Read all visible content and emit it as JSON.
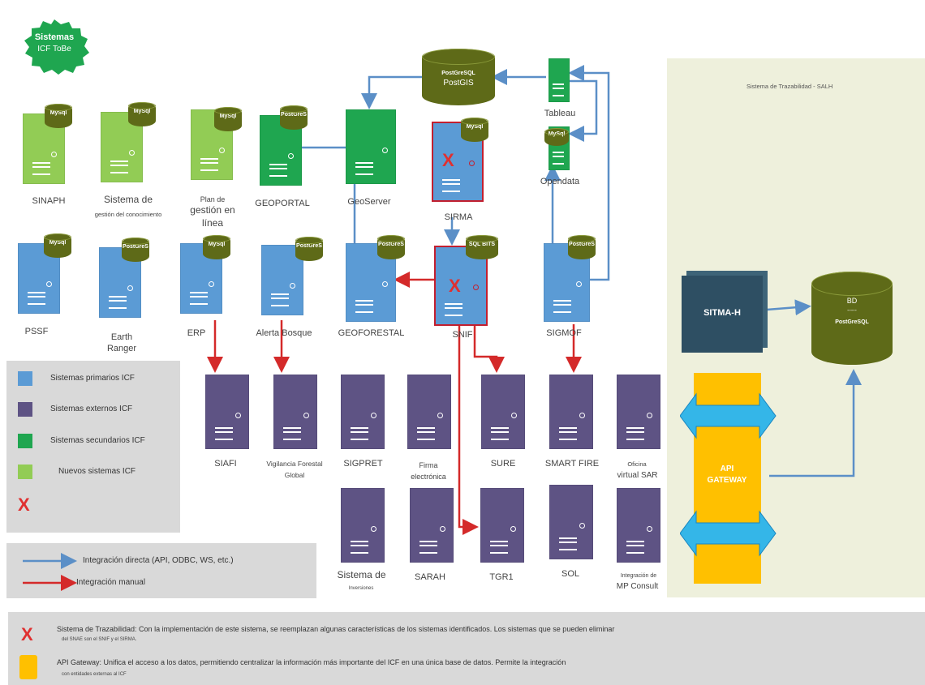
{
  "badge": {
    "line1": "Sistemas",
    "line2": "ICF ToBe"
  },
  "db_central": {
    "line1": "PostGreSQL",
    "line2": "PostGIS"
  },
  "panel": {
    "title": "Sistema de Trazabilidad - SALH",
    "sitma": "SITMA-H",
    "bd_line1": "BD",
    "bd_line2": "-----",
    "bd_line3": "PostGreSQL",
    "api": "API GATEWAY"
  },
  "db_tags": {
    "mysql": "MySql",
    "postgres": "PostGreS",
    "sqlbits": "SQL BITS"
  },
  "servers": {
    "sinaph": "SINAPH",
    "sgc_1": "Sistema de",
    "sgc_2": "gestión del conocimiento",
    "plan_1": "Plan de",
    "plan_2": "gestión en",
    "plan_3": "línea",
    "geoportal": "GEOPORTAL",
    "geoserver": "GeoServer",
    "sirma": "SIRMA",
    "tableau": "Tableau",
    "opendata": "Opendata",
    "pssf": "PSSF",
    "earth_1": "Earth",
    "earth_2": "Ranger",
    "erp": "ERP",
    "alerta": "Alerta Bosque",
    "geoforestal": "GEOFORESTAL",
    "snif": "SNIF",
    "sigmof": "SIGMOF",
    "siafi": "SIAFI",
    "vig_1": "Vigilancia Forestal",
    "vig_2": "Global",
    "sigpret": "SIGPRET",
    "firma_1": "Firma",
    "firma_2": "electrónica",
    "sure": "SURE",
    "smartfire": "SMART FIRE",
    "oficina_1": "Oficina",
    "oficina_2": "virtual SAR",
    "sisde_1": "Sistema de",
    "sisde_2": "Inversiones",
    "sarah": "SARAH",
    "tgr1": "TGR1",
    "sol": "SOL",
    "integ_1": "Integración de",
    "integ_2": "MP Consult"
  },
  "legend": {
    "primarios": "Sistemas primarios ICF",
    "externos": "Sistemas externos ICF",
    "secundarios": "Sistemas secundarios ICF",
    "nuevos": "Nuevos sistemas ICF",
    "x": "X"
  },
  "legend2": {
    "directa": "Integración directa (API, ODBC, WS, etc.)",
    "manual": "Integración manual"
  },
  "notes": {
    "x_symbol": "X",
    "note1_main": "Sistema de Trazabilidad: Con la implementación de este sistema, se reemplazan algunas características de los sistemas identificados. Los sistemas que se pueden eliminar",
    "note1_sub": "del SNAE son el SNIF y el SIRMA.",
    "note2_main": "API Gateway: Unifica el acceso a los datos, permitiendo centralizar la información más importante del ICF en una única base de datos. Permite la integración",
    "note2_sub": "con entidades externas al ICF"
  },
  "colors": {
    "primarios": "#5b9bd5",
    "externos": "#5e5384",
    "secundarios": "#1fa650",
    "nuevos": "#92cc55",
    "panel": "#eef0dc",
    "x": "#e03030",
    "api": "#ffc000",
    "arrow_blue": "#5b8fc7",
    "arrow_red": "#d42a2a"
  }
}
